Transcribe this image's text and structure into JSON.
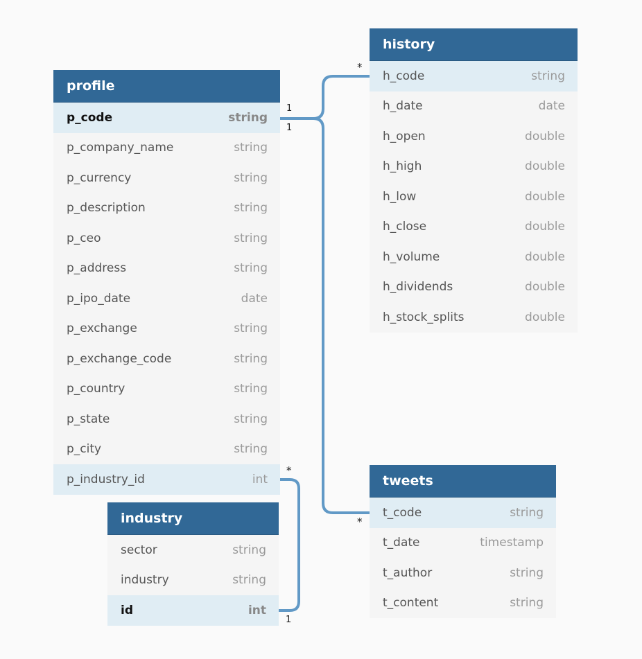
{
  "tables": {
    "profile": {
      "name": "profile",
      "columns": [
        {
          "name": "p_code",
          "type": "string"
        },
        {
          "name": "p_company_name",
          "type": "string"
        },
        {
          "name": "p_currency",
          "type": "string"
        },
        {
          "name": "p_description",
          "type": "string"
        },
        {
          "name": "p_ceo",
          "type": "string"
        },
        {
          "name": "p_address",
          "type": "string"
        },
        {
          "name": "p_ipo_date",
          "type": "date"
        },
        {
          "name": "p_exchange",
          "type": "string"
        },
        {
          "name": "p_exchange_code",
          "type": "string"
        },
        {
          "name": "p_country",
          "type": "string"
        },
        {
          "name": "p_state",
          "type": "string"
        },
        {
          "name": "p_city",
          "type": "string"
        },
        {
          "name": "p_industry_id",
          "type": "int"
        }
      ]
    },
    "history": {
      "name": "history",
      "columns": [
        {
          "name": "h_code",
          "type": "string"
        },
        {
          "name": "h_date",
          "type": "date"
        },
        {
          "name": "h_open",
          "type": "double"
        },
        {
          "name": "h_high",
          "type": "double"
        },
        {
          "name": "h_low",
          "type": "double"
        },
        {
          "name": "h_close",
          "type": "double"
        },
        {
          "name": "h_volume",
          "type": "double"
        },
        {
          "name": "h_dividends",
          "type": "double"
        },
        {
          "name": "h_stock_splits",
          "type": "double"
        }
      ]
    },
    "tweets": {
      "name": "tweets",
      "columns": [
        {
          "name": "t_code",
          "type": "string"
        },
        {
          "name": "t_date",
          "type": "timestamp"
        },
        {
          "name": "t_author",
          "type": "string"
        },
        {
          "name": "t_content",
          "type": "string"
        }
      ]
    },
    "industry": {
      "name": "industry",
      "columns": [
        {
          "name": "sector",
          "type": "string"
        },
        {
          "name": "industry",
          "type": "string"
        },
        {
          "name": "id",
          "type": "int"
        }
      ]
    }
  },
  "relationships": [
    {
      "from": "profile.p_code",
      "to": "history.h_code",
      "from_card": "1",
      "to_card": "*"
    },
    {
      "from": "profile.p_code",
      "to": "tweets.t_code",
      "from_card": "1",
      "to_card": "*"
    },
    {
      "from": "industry.id",
      "to": "profile.p_industry_id",
      "from_card": "1",
      "to_card": "*"
    }
  ],
  "colors": {
    "header": "#316896",
    "row": "#f5f5f5",
    "key_row": "#e0edf4",
    "connector": "#6199c6",
    "background": "#fafafa"
  }
}
